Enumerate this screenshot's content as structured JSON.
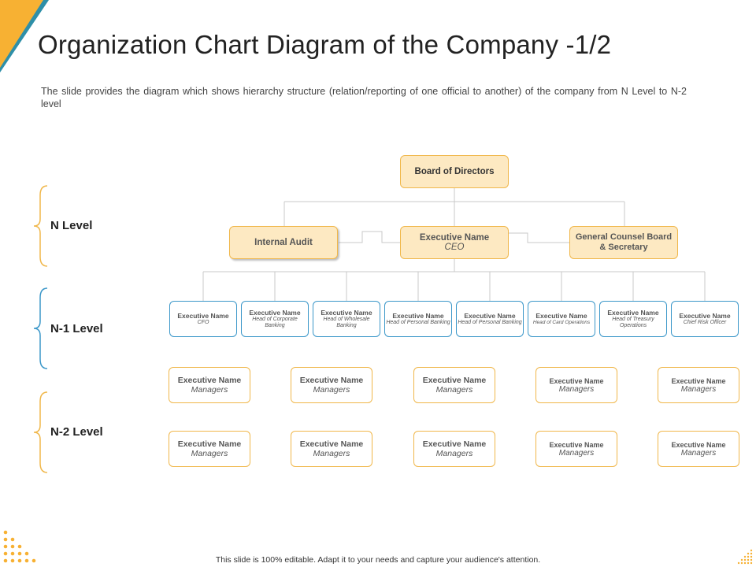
{
  "title": "Organization Chart Diagram of the Company -1/2",
  "subtitle": "The slide provides the diagram which shows hierarchy structure (relation/reporting of one official to another) of the company from N Level to N-2 level",
  "levels": [
    "N Level",
    "N-1 Level",
    "N-2 Level"
  ],
  "top": {
    "board": "Board of Directors",
    "audit": "Internal Audit",
    "ceo_name": "Executive Name",
    "ceo_role": "CEO",
    "counsel": "General Counsel Board & Secretary"
  },
  "n1": [
    {
      "name": "Executive Name",
      "role": "CFO"
    },
    {
      "name": "Executive Name",
      "role": "Head of Corporate Banking"
    },
    {
      "name": "Executive Name",
      "role": "Head of Wholesale Banking"
    },
    {
      "name": "Executive Name",
      "role": "Head of Personal Banking"
    },
    {
      "name": "Executive Name",
      "role": "Head of Personal Banking"
    },
    {
      "name": "Executive Name",
      "role": "Head of Card Operations"
    },
    {
      "name": "Executive Name",
      "role": "Head of Treasury Operations"
    },
    {
      "name": "Executive Name",
      "role": "Chief Risk Officer"
    }
  ],
  "n2_row1": [
    {
      "name": "Executive Name",
      "role": "Managers"
    },
    {
      "name": "Executive Name",
      "role": "Managers"
    },
    {
      "name": "Executive Name",
      "role": "Managers"
    },
    {
      "name": "Executive Name",
      "role": "Managers"
    },
    {
      "name": "Executive Name",
      "role": "Managers"
    }
  ],
  "n2_row2": [
    {
      "name": "Executive Name",
      "role": "Managers"
    },
    {
      "name": "Executive Name",
      "role": "Managers"
    },
    {
      "name": "Executive Name",
      "role": "Managers"
    },
    {
      "name": "Executive Name",
      "role": "Managers"
    },
    {
      "name": "Executive Name",
      "role": "Managers"
    }
  ],
  "footer": "This slide is 100% editable. Adapt it to your needs and capture your audience's attention.",
  "colors": {
    "accent_gold": "#f0b74a",
    "gold_fill": "#fde9c2",
    "accent_blue": "#3b97c9",
    "corner_teal": "#2e8fa8"
  }
}
